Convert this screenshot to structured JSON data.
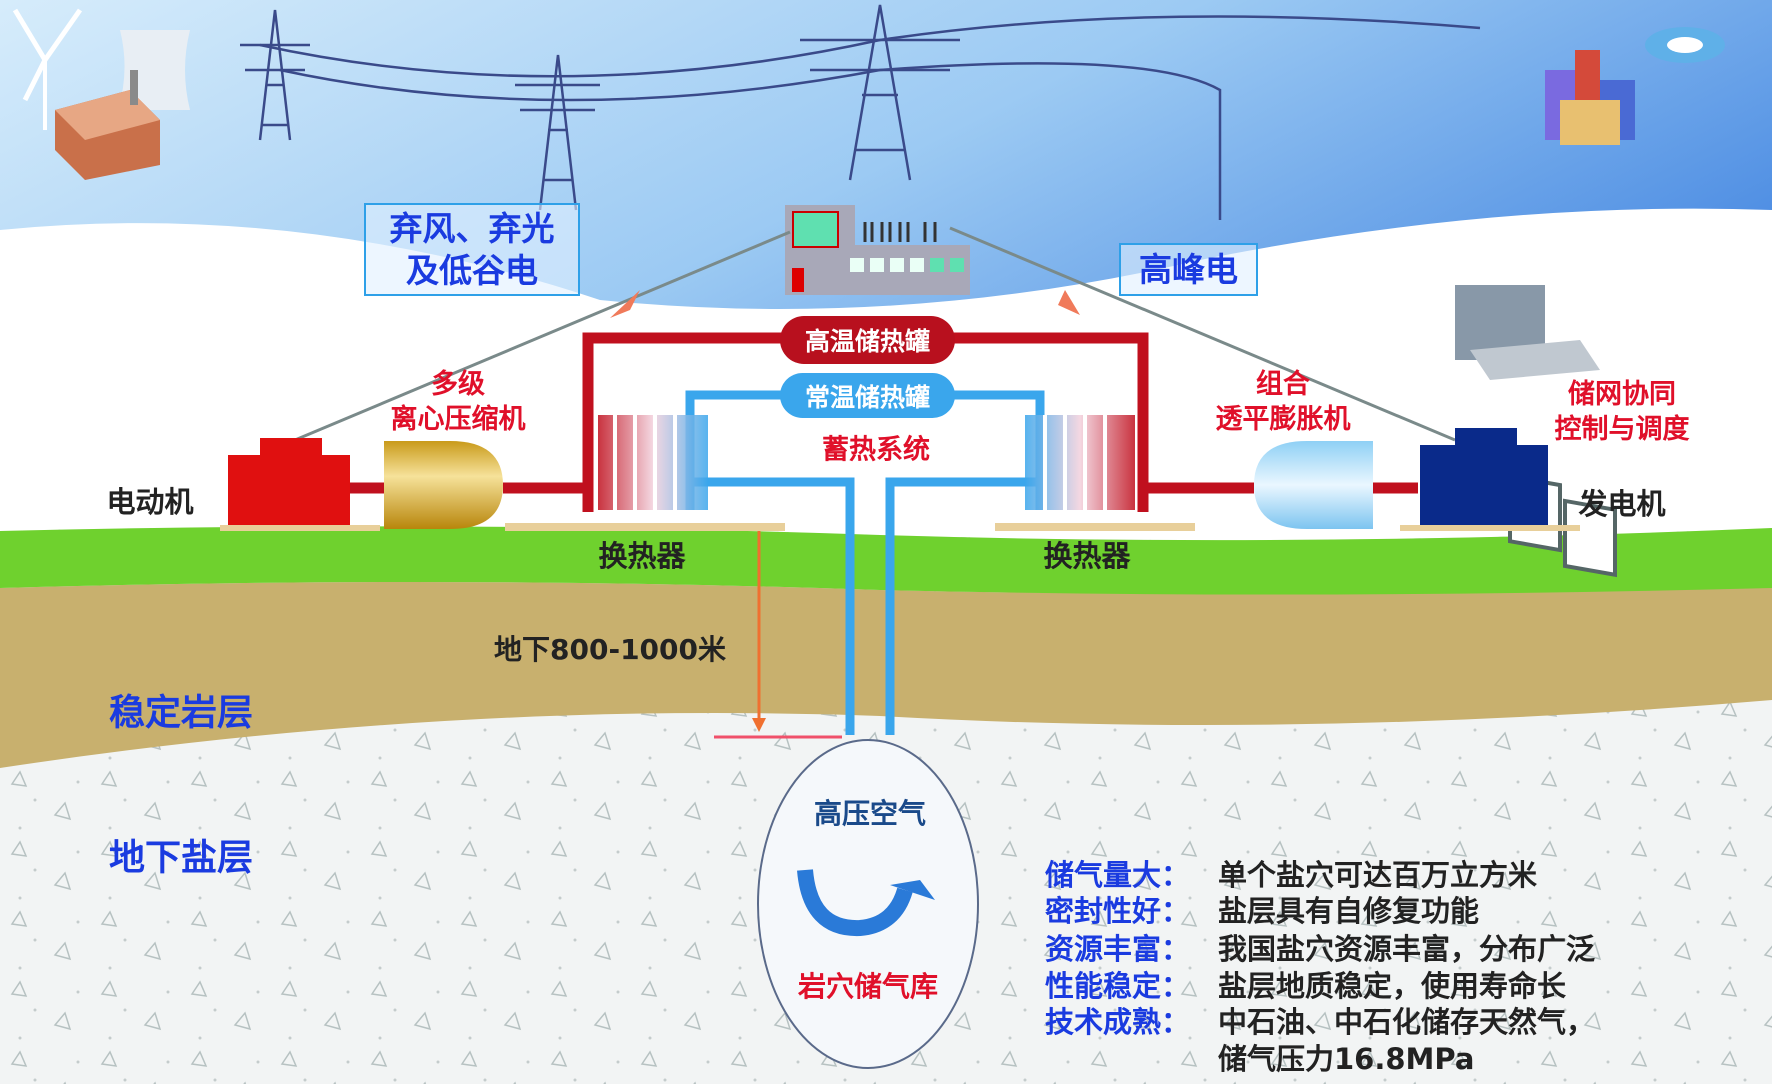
{
  "callouts": {
    "curtailed": [
      "弃风、弃光",
      "及低谷电"
    ],
    "peak": "高峰电"
  },
  "tanks": {
    "hot": "高温储热罐",
    "ambient": "常温储热罐",
    "system": "蓄热系统"
  },
  "equipment": {
    "motor": "电动机",
    "compressor": [
      "多级",
      "离心压缩机"
    ],
    "expander": [
      "组合",
      "透平膨胀机"
    ],
    "generator": "发电机",
    "control": [
      "储网协同",
      "控制与调度"
    ],
    "heat_exchanger_left": "换热器",
    "heat_exchanger_right": "换热器"
  },
  "geology": {
    "depth": "地下800-1000米",
    "stable_rock": "稳定岩层",
    "salt_layer": "地下盐层",
    "high_pressure_air": "高压空气",
    "cavern": "岩穴储气库"
  },
  "features": [
    {
      "key": "储气量大：",
      "value": "单个盐穴可达百万立方米"
    },
    {
      "key": "密封性好：",
      "value": "盐层具有自修复功能"
    },
    {
      "key": "资源丰富：",
      "value": "我国盐穴资源丰富，分布广泛"
    },
    {
      "key": "性能稳定：",
      "value": "盐层地质稳定，使用寿命长"
    },
    {
      "key": "技术成熟：",
      "value": "中石油、中石化储存天然气，"
    },
    {
      "key": "",
      "value": "储气压力16.8MPa"
    }
  ],
  "colors": {
    "hot": "#c0101e",
    "cold": "#3aa6ec",
    "label_blue": "#1a3be0",
    "label_red": "#e0102a"
  }
}
